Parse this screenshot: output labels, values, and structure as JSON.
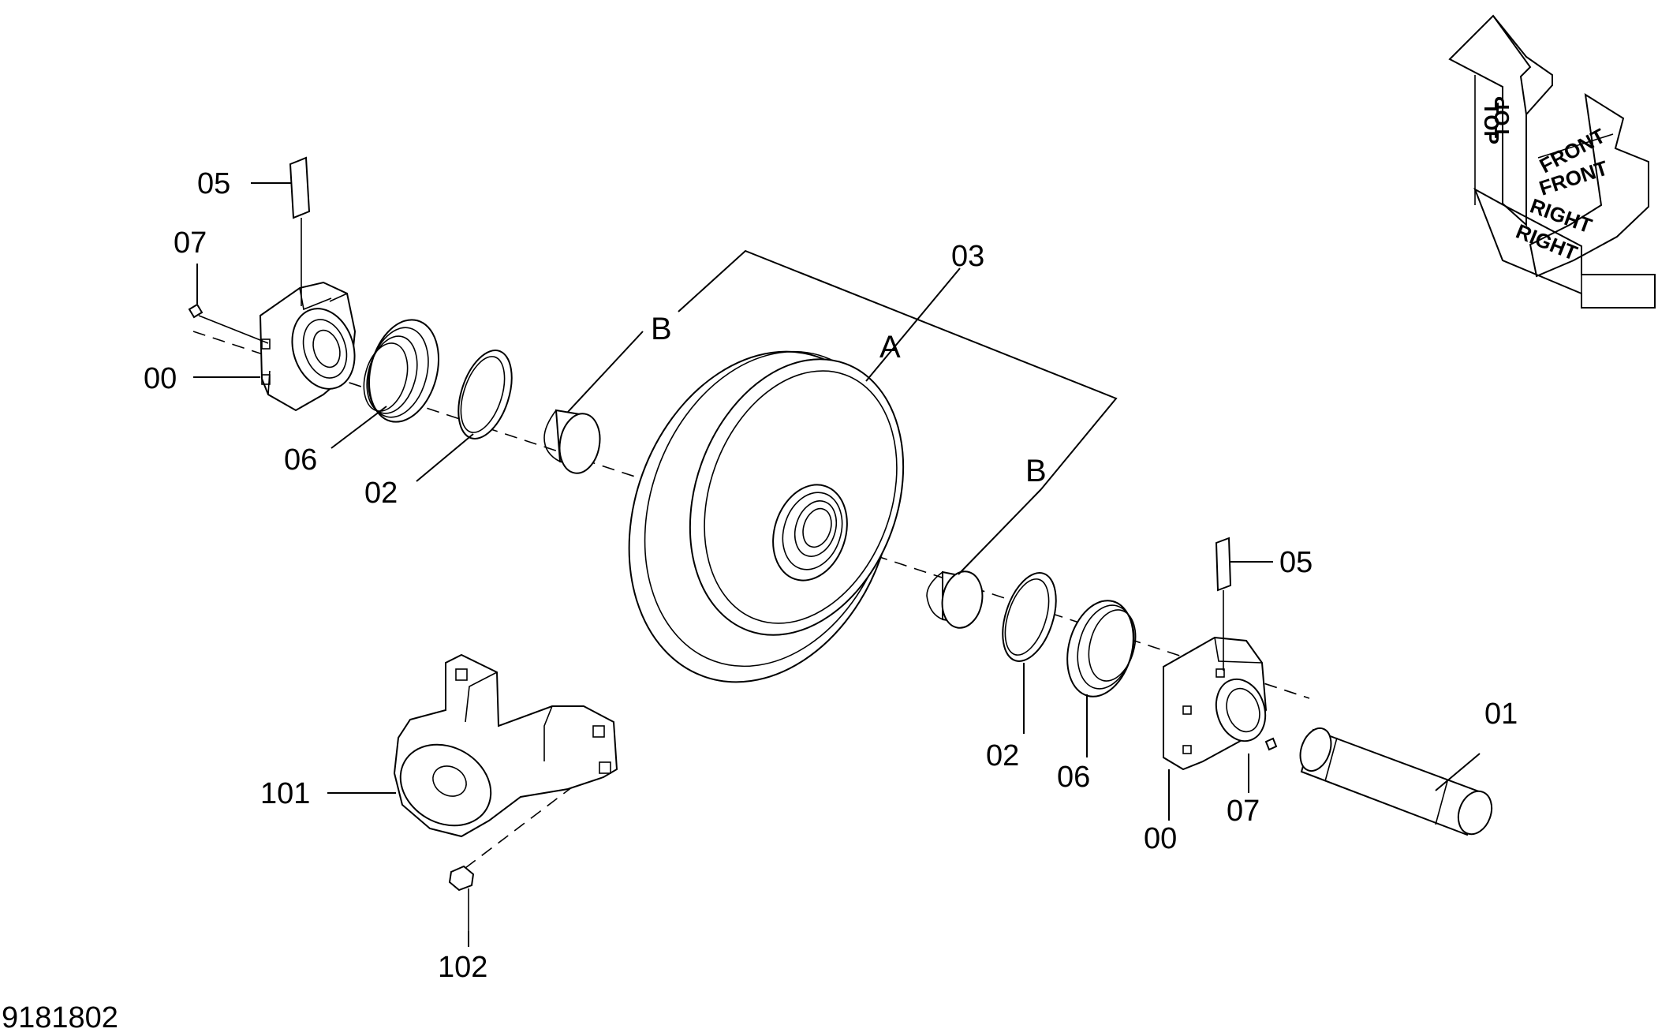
{
  "drawing_number": "9181802",
  "orientation": {
    "top_label": "TOP",
    "front_label": "FRONT",
    "right_label": "RIGHT"
  },
  "callouts": {
    "c05_left": "05",
    "c07_left": "07",
    "c00_left": "00",
    "c06_left": "06",
    "c02_left": "02",
    "c03": "03",
    "cA": "A",
    "cB_left": "B",
    "cB_right": "B",
    "c05_right": "05",
    "c02_right": "02",
    "c06_right": "06",
    "c00_right": "00",
    "c07_right": "07",
    "c01": "01",
    "c101": "101",
    "c102": "102"
  }
}
